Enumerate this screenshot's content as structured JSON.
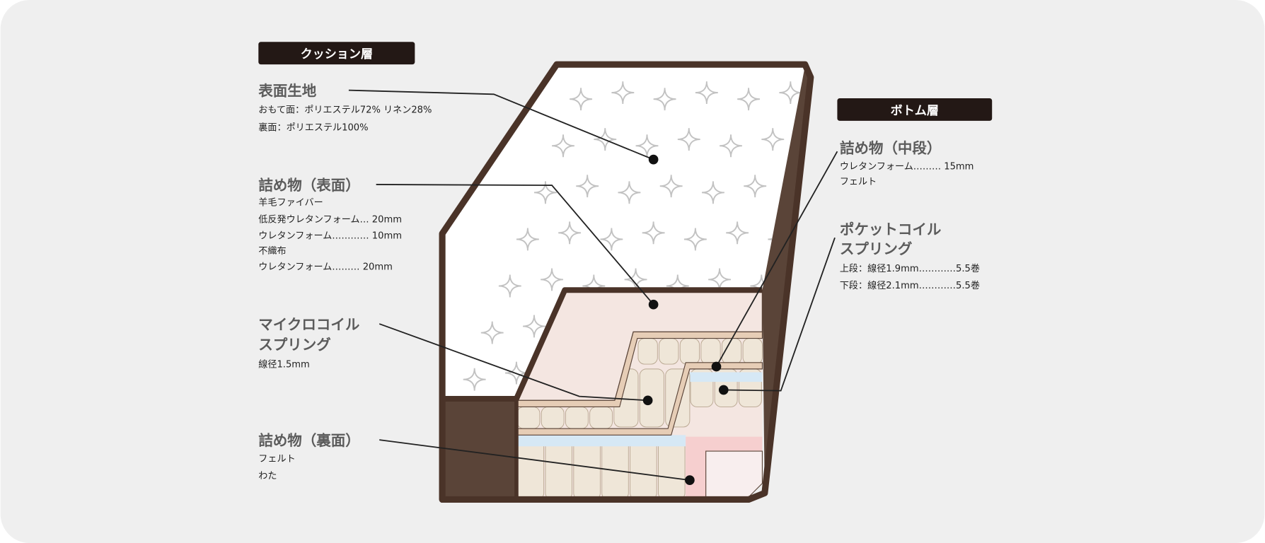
{
  "colors": {
    "background": "#efefef",
    "brown": "#5a4438",
    "outline": "#4a3328",
    "tag_bg": "#231815",
    "coil": "#efe6d8",
    "blue": "#d6e8f5",
    "pink": "#f6cfcf",
    "pad": "#f4e6e1"
  },
  "cushion": {
    "tag": "クッション層",
    "surface": {
      "title": "表面生地",
      "lines": [
        "おもて面：ポリエステル72%  リネン28%",
        "裏面：ポリエステル100%"
      ]
    },
    "fill_top": {
      "title": "詰め物（表面）",
      "lines": [
        "羊毛ファイバー",
        "低反発ウレタンフォーム…  20mm",
        "ウレタンフォーム…………  10mm",
        "不織布",
        "ウレタンフォーム………  20mm"
      ]
    },
    "micro": {
      "title_lines": [
        "マイクロコイル",
        "スプリング"
      ],
      "lines": [
        "線径1.5mm"
      ]
    },
    "fill_back": {
      "title": "詰め物（裏面）",
      "lines": [
        "フェルト",
        "わた"
      ]
    }
  },
  "bottom": {
    "tag": "ボトム層",
    "fill_mid": {
      "title": "詰め物（中段）",
      "lines": [
        "ウレタンフォーム………  15mm",
        "フェルト"
      ]
    },
    "pocket": {
      "title_lines": [
        "ポケットコイル",
        "スプリング"
      ],
      "lines": [
        "上段：線径1.9mm…………5.5巻",
        "下段：線径2.1mm…………5.5巻"
      ]
    }
  }
}
